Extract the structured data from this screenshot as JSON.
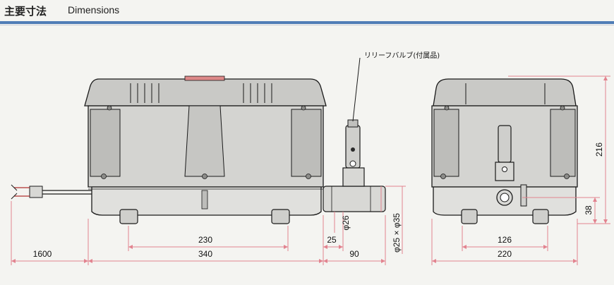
{
  "header": {
    "title_jp": "主要寸法",
    "title_en": "Dimensions"
  },
  "callout": {
    "relief_valve": "リリーフバルブ(付属品)"
  },
  "dimensions": {
    "cord_length": "1600",
    "inner_width": "230",
    "body_width": "340",
    "outlet_offset": "25",
    "outlet_length": "90",
    "outlet_dia": "φ26",
    "pipe_dia": "φ25 × φ35",
    "side_inner_width": "126",
    "side_width": "220",
    "height": "216",
    "outlet_height": "38"
  },
  "colors": {
    "accent_rule": "#4f7db6",
    "dimension_line": "#e2838f",
    "body_fill": "#d2d2cf",
    "outline": "#1a1a1a"
  }
}
